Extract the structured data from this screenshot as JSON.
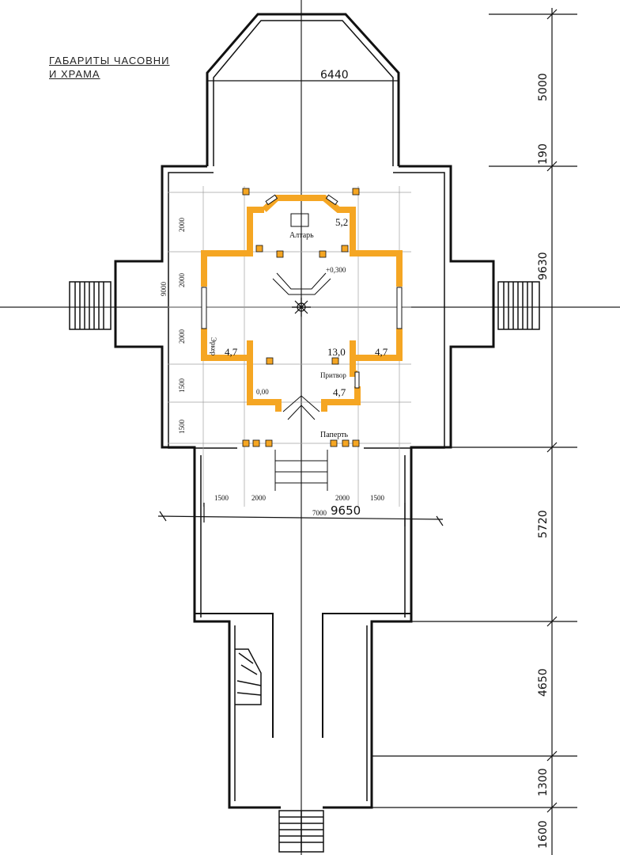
{
  "title": {
    "line1": "ГАБАРИТЫ ЧАСОВНИ",
    "line2": "И ХРАМА"
  },
  "colors": {
    "walls": "#111111",
    "chapel_walls": "#F5A623",
    "grid": "#9a9a9a"
  },
  "dimensions": {
    "apse_width": "6440",
    "right_chain": [
      "5000",
      "190",
      "9630",
      "5720",
      "4650",
      "1300",
      "1600"
    ],
    "bottom_total": "9650",
    "inner_bottom": [
      "1500",
      "2000",
      "2000",
      "1500"
    ],
    "inner_total": "7000",
    "left_chain": [
      "2000",
      "2000",
      "2000",
      "1500",
      "1500"
    ],
    "left_total": "9000"
  },
  "rooms": {
    "altar": {
      "label": "Алтарь",
      "area": "5,2"
    },
    "erker": {
      "label": "Эркер",
      "area": "4,7"
    },
    "main_area": "13,0",
    "right_upper_area": "4,7",
    "pritvor": {
      "label": "Притвор",
      "area": "4,7"
    },
    "paperte": "Паперть"
  },
  "levels": {
    "top": "+0,300",
    "bottom": "0,00"
  }
}
